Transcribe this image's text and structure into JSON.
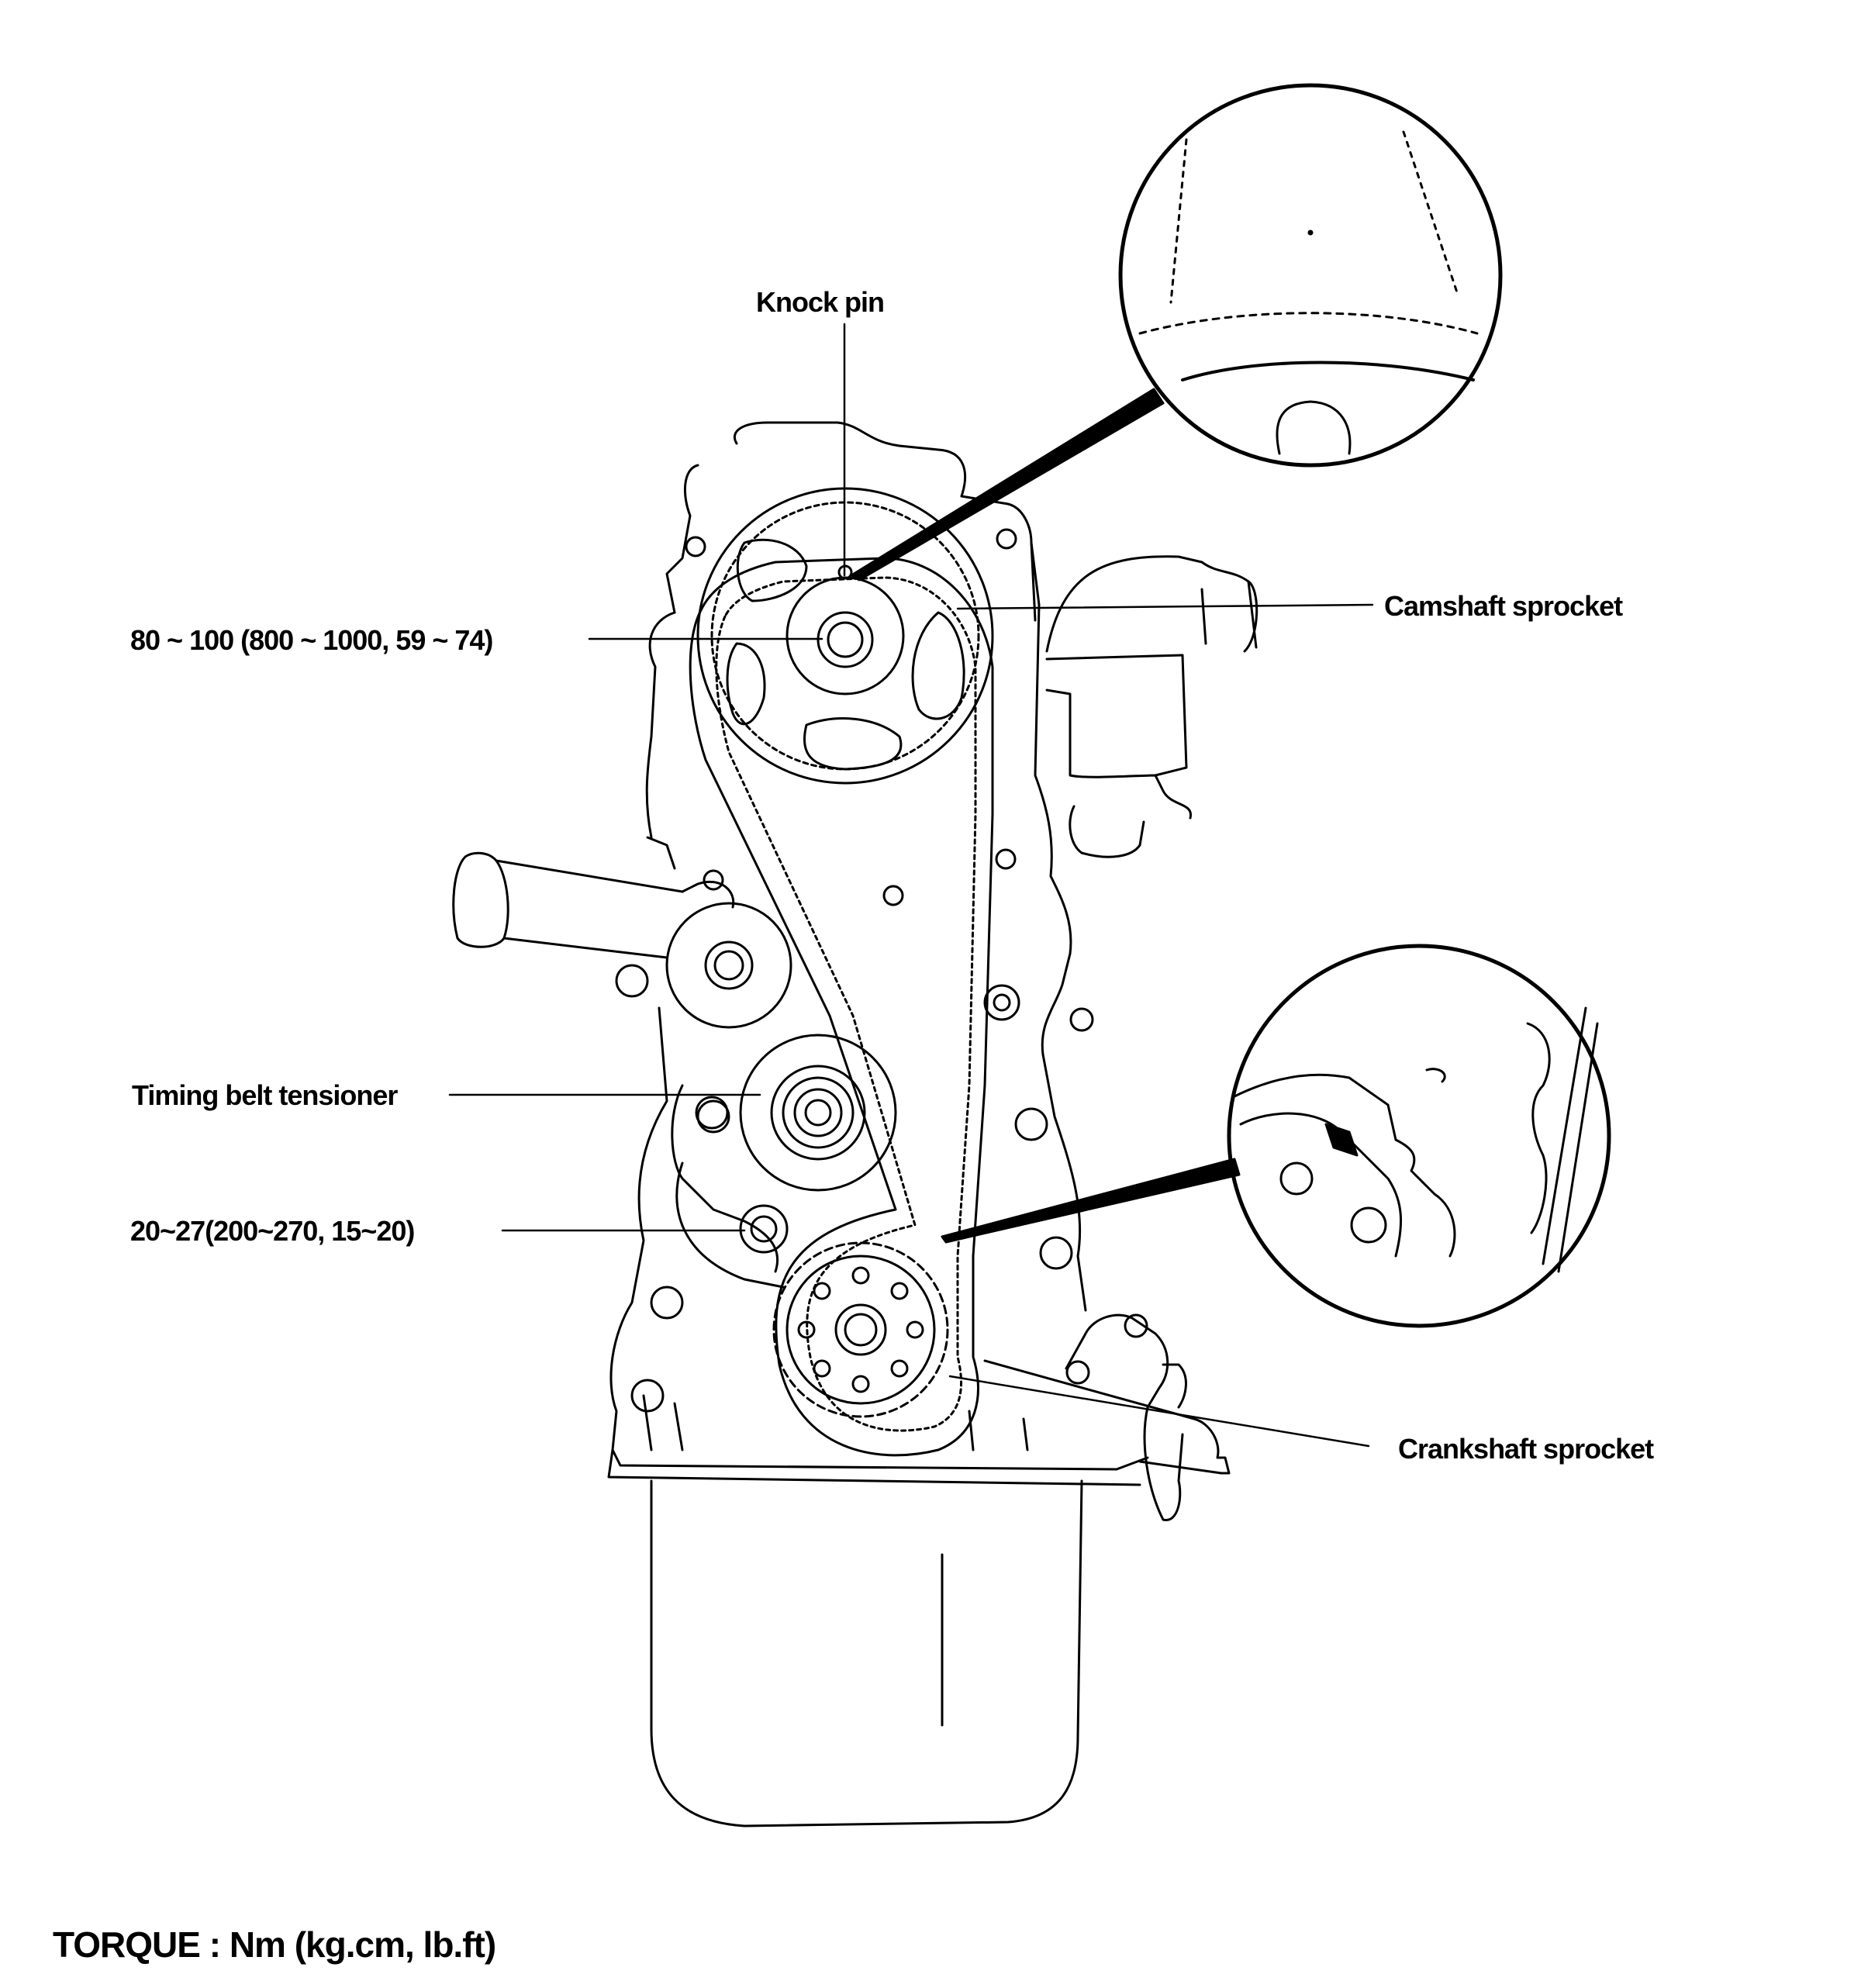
{
  "callouts": {
    "knock_pin": "Knock pin",
    "camshaft_torque": "80 ~ 100 (800 ~ 1000, 59 ~ 74)",
    "camshaft_sprocket": "Camshaft sprocket",
    "timing_belt_tensioner": "Timing belt tensioner",
    "tensioner_torque": "20~27(200~270, 15~20)",
    "crankshaft_sprocket": "Crankshaft sprocket"
  },
  "footer": {
    "torque_units": "TORQUE : Nm (kg.cm, lb.ft)"
  }
}
